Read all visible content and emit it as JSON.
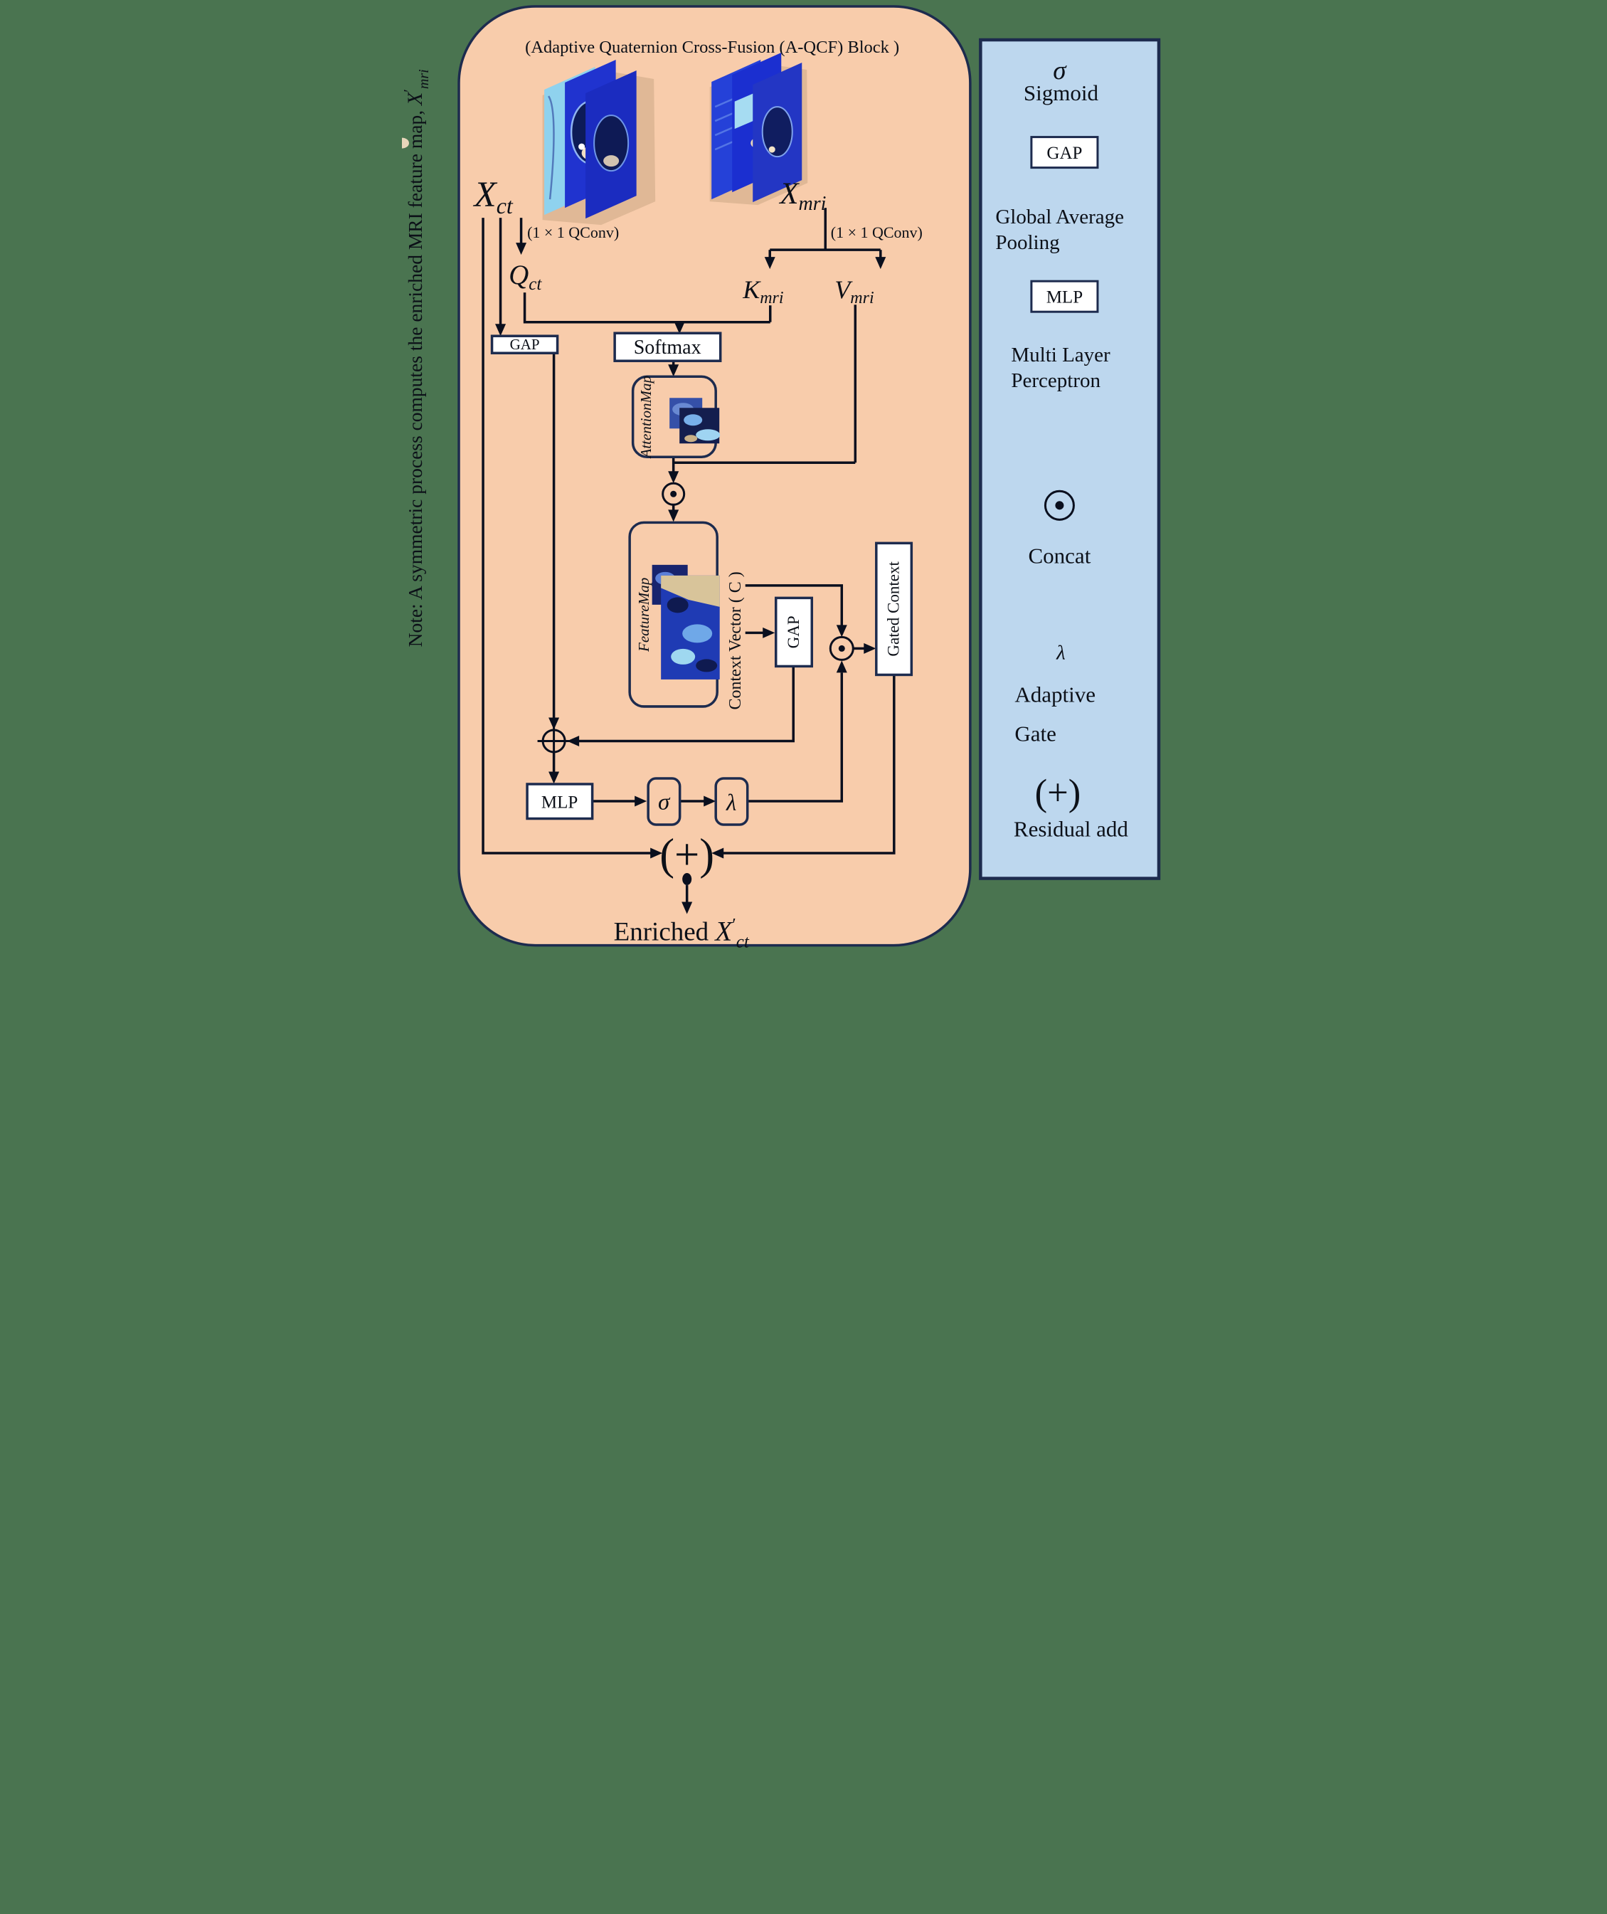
{
  "colors": {
    "background": "#4a7450",
    "block_fill": "#f8ccab",
    "block_border": "#1d2b4e",
    "panel_fill": "#bdd7ee",
    "panel_border": "#1d2b4e",
    "line": "#0a0f1e",
    "box_fill": "#ffffff",
    "text": "#0c1018"
  },
  "caption": {
    "prefix": "Note: A symmetric process computes the enriched MRI feature map, ",
    "math_base": "X",
    "math_prime": "′",
    "math_sub": "mri"
  },
  "title": "(Adaptive Quaternion Cross-Fusion (A-QCF) Block )",
  "inputs": {
    "ct": {
      "base": "X",
      "sub": "ct"
    },
    "mri": {
      "base": "X",
      "sub": "mri"
    },
    "qconv_ct": "(1 × 1 QConv)",
    "qconv_mri": "(1 × 1 QConv)"
  },
  "projections": {
    "q": {
      "base": "Q",
      "sub": "ct"
    },
    "k": {
      "base": "K",
      "sub": "mri"
    },
    "v": {
      "base": "V",
      "sub": "mri"
    }
  },
  "ops": {
    "softmax": "Softmax",
    "gap_ct": "GAP",
    "attention_map": "AttentionMap",
    "feature_map": "FeatureMap",
    "context_vector": "Context Vector ( C )",
    "gap_context": "GAP",
    "gated_context": "Gated Context",
    "mlp": "MLP",
    "sigmoid": "σ",
    "lambda": "λ",
    "residual": "(+)"
  },
  "output": {
    "prefix": "Enriched ",
    "base": "X",
    "prime": "′",
    "sub": "ct"
  },
  "legend": {
    "items": [
      {
        "glyph": "σ",
        "line1": "Sigmoid"
      },
      {
        "glyph": "GAP",
        "line1": "Global Average",
        "line2": "Pooling"
      },
      {
        "glyph": "MLP",
        "line1": "Multi Layer",
        "line2": "Perceptron"
      },
      {
        "glyph": "⊙",
        "line1": "Concat"
      },
      {
        "glyph": "λ",
        "line1": "Adaptive",
        "line2": "Gate"
      },
      {
        "glyph": "(+)",
        "line1": "Residual add"
      }
    ]
  }
}
